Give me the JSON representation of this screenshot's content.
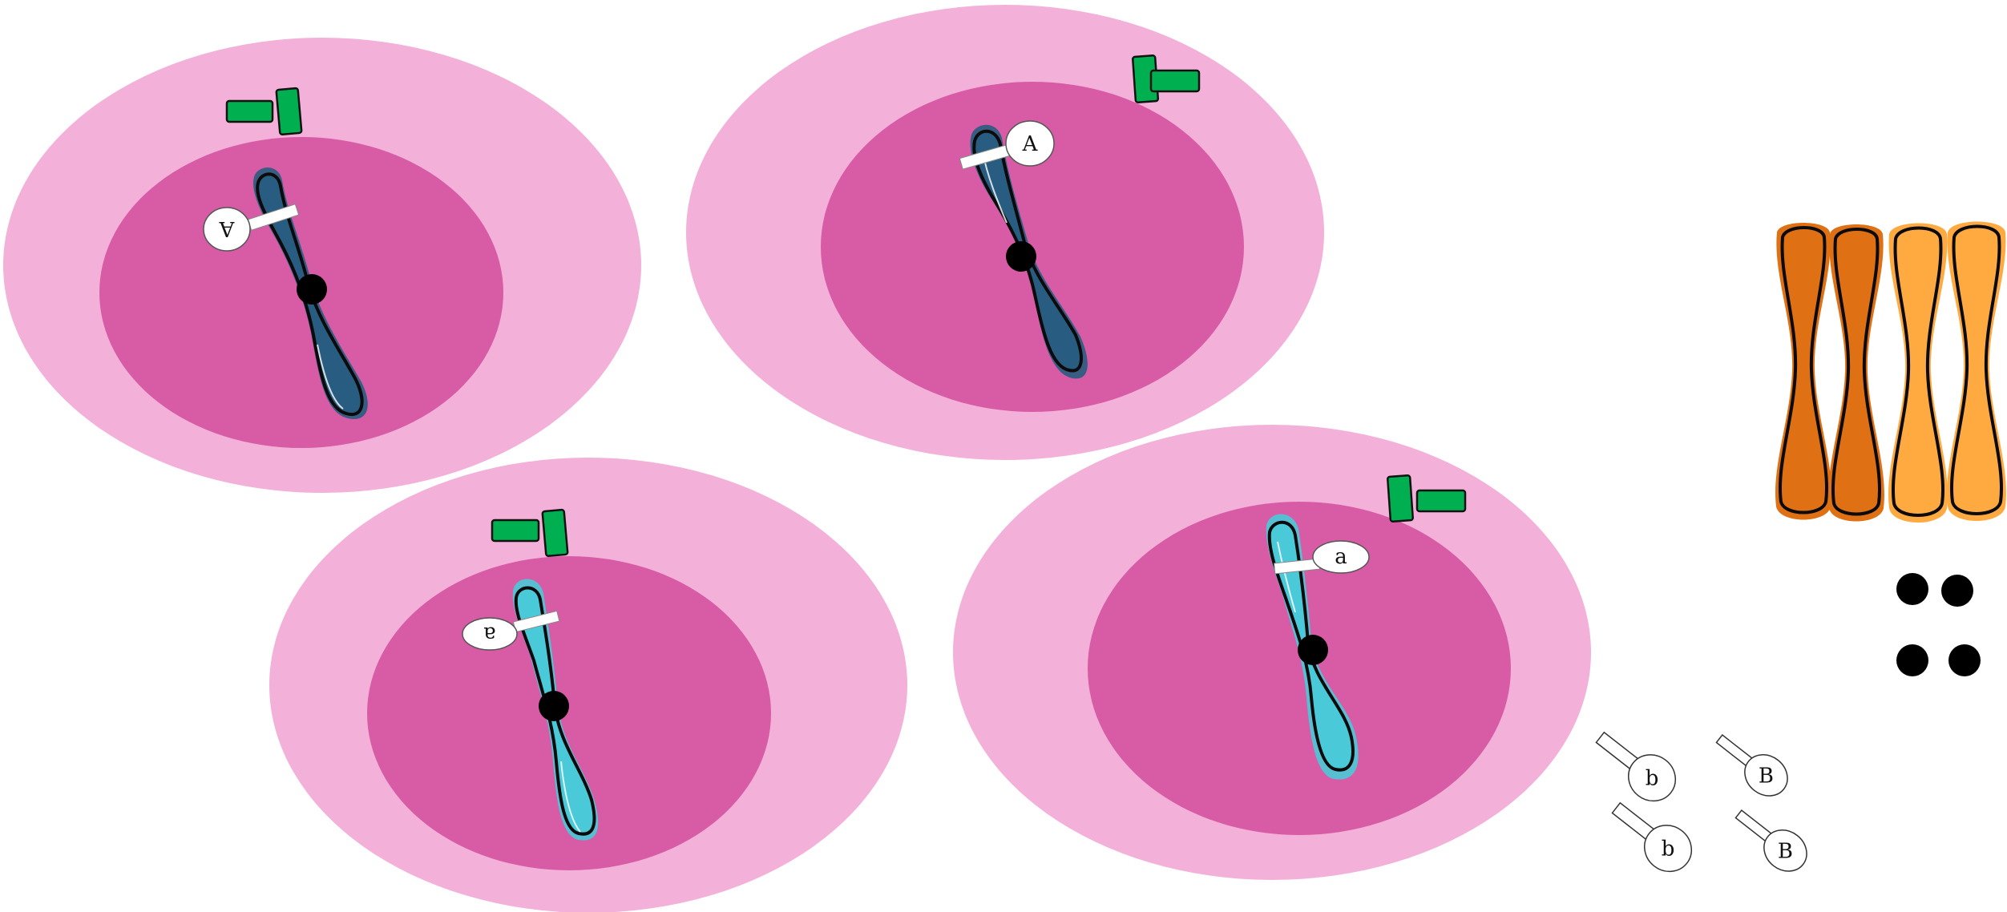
{
  "colors": {
    "cell_outer": "#F3B0D8",
    "cell_inner": "#D85CA5",
    "chromosome_dark": "#285C80",
    "chromosome_light": "#4ACAD8",
    "chromosome_outline": "#0b0b0b",
    "centromere": "#000000",
    "centriole": "#00B050",
    "loose_chromosome_dark": "#E07014",
    "loose_chromosome_light": "#FFAA40",
    "label_fill": "#ffffff"
  },
  "cells": [
    {
      "name": "cell-top-left",
      "chromosome_color": "dark",
      "allele": "A",
      "allele_rotated": true
    },
    {
      "name": "cell-top-middle",
      "chromosome_color": "dark",
      "allele": "A",
      "allele_rotated": false
    },
    {
      "name": "cell-bottom-left",
      "chromosome_color": "light",
      "allele": "a",
      "allele_rotated": true
    },
    {
      "name": "cell-bottom-middle",
      "chromosome_color": "light",
      "allele": "a",
      "allele_rotated": false
    }
  ],
  "loose_labels": [
    "b",
    "B",
    "b",
    "B"
  ],
  "loose_chromosomes": [
    {
      "color": "dark"
    },
    {
      "color": "dark"
    },
    {
      "color": "light"
    },
    {
      "color": "light"
    }
  ],
  "centromere_dots_count": 4
}
